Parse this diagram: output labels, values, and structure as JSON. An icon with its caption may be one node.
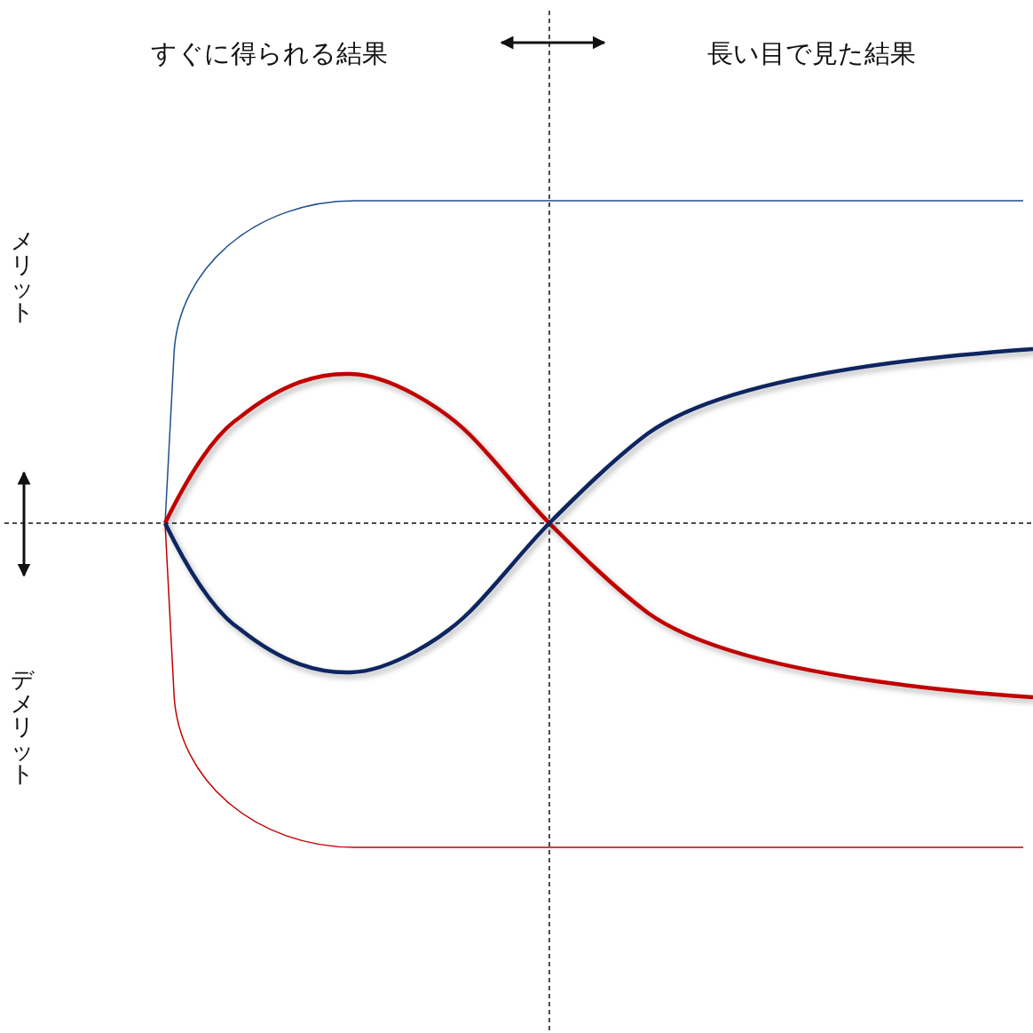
{
  "diagram": {
    "labels": [
      "すぐに得られる結果",
      "長い目で見た結果",
      "メリット",
      "デメリット"
    ]
  }
}
